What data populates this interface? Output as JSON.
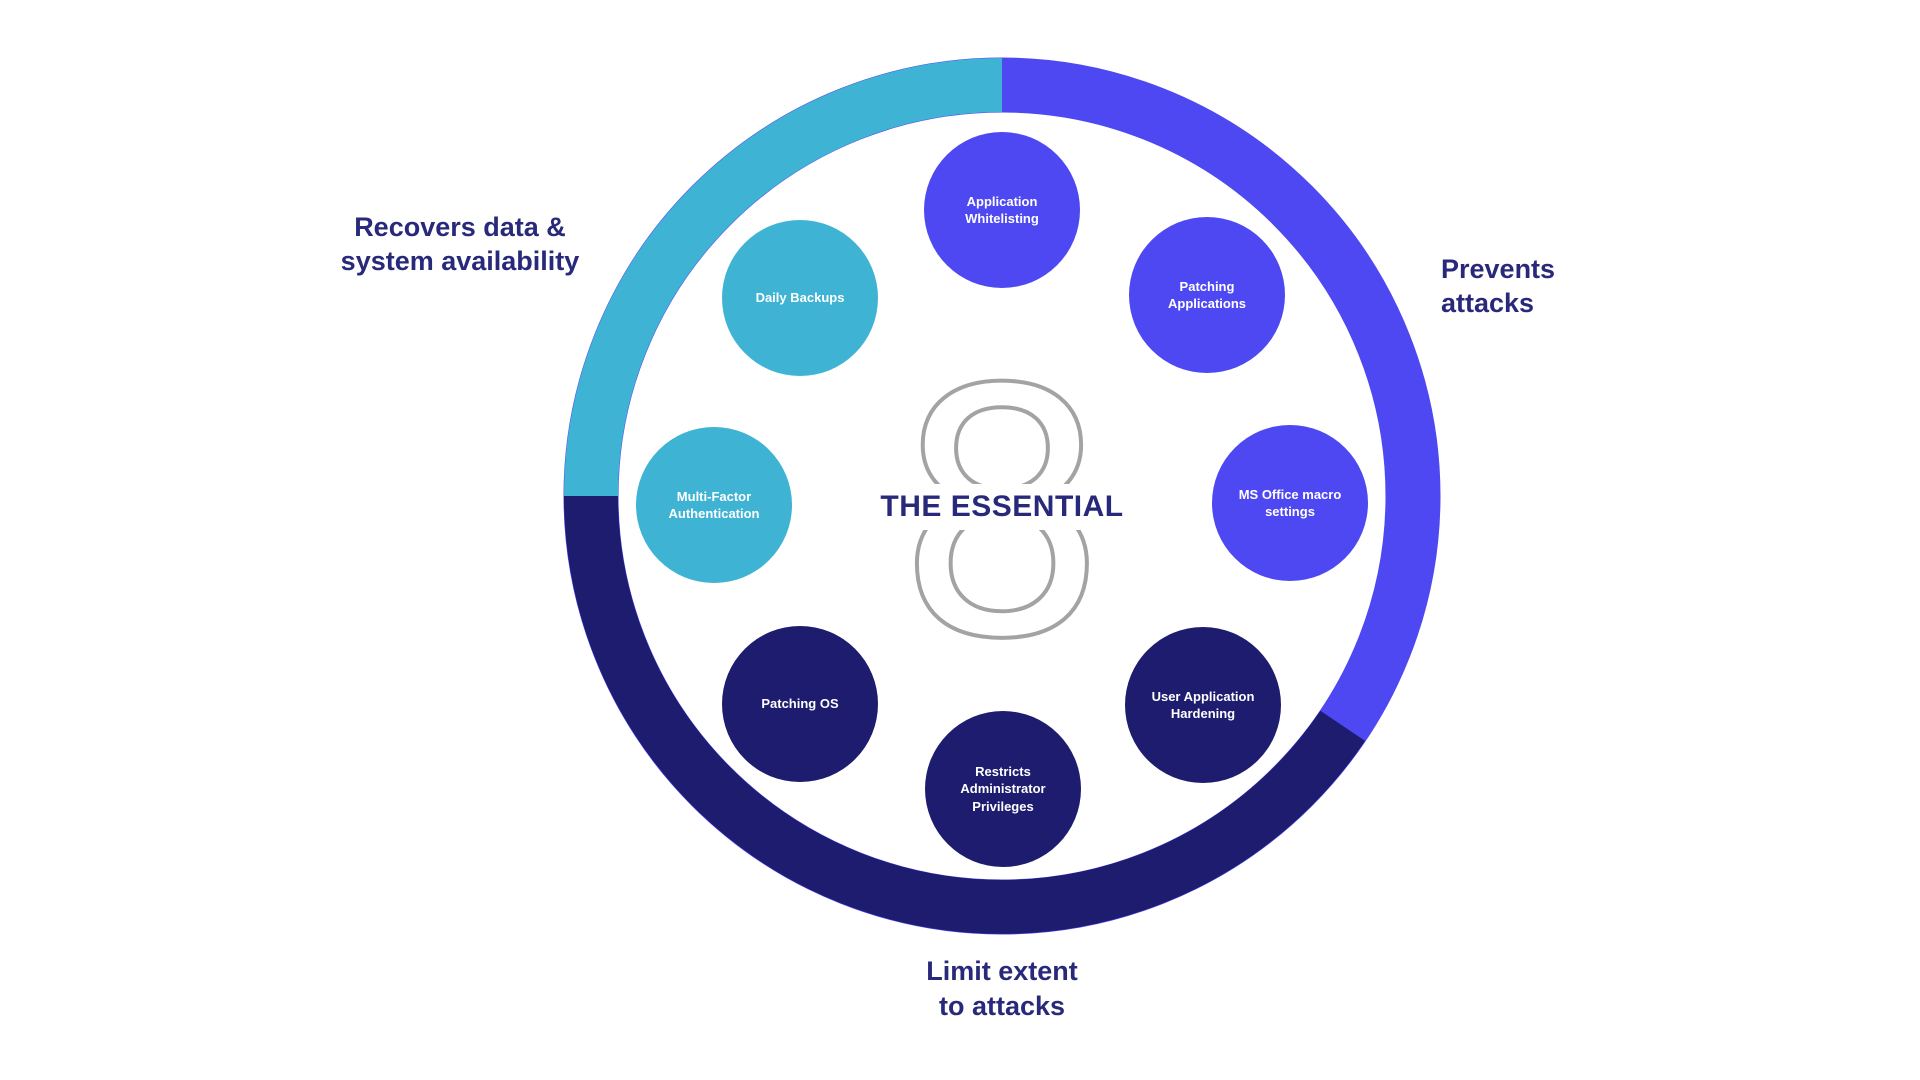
{
  "title": "The Essential 8",
  "colors": {
    "cyan": "#3FB3D4",
    "purple": "#4E48F2",
    "navy": "#1E1C6E",
    "label": "#29297B",
    "gray": "#A3A3A3"
  },
  "center": {
    "digit": "8",
    "label": "THE ESSENTIAL"
  },
  "outer_labels": {
    "recovers": {
      "line1": "Recovers data &",
      "line2": "system availability"
    },
    "prevents": {
      "line1": "Prevents",
      "line2": "attacks"
    },
    "limit": {
      "line1": "Limit extent",
      "line2": "to attacks"
    }
  },
  "arcs": [
    {
      "name": "prevents-attacks",
      "color": "purple",
      "start_deg": 0,
      "end_deg": 124
    },
    {
      "name": "limit-extent-to-attacks",
      "color": "navy",
      "start_deg": 124,
      "end_deg": 270
    },
    {
      "name": "recovers-data-system-availability",
      "color": "cyan",
      "start_deg": 270,
      "end_deg": 360
    }
  ],
  "items": [
    {
      "label": "Application Whitelisting",
      "color": "purple"
    },
    {
      "label": "Patching Applications",
      "color": "purple"
    },
    {
      "label": "MS Office macro settings",
      "color": "purple"
    },
    {
      "label": "User Application Hardening",
      "color": "navy"
    },
    {
      "label": "Restricts Administrator Privileges",
      "color": "navy"
    },
    {
      "label": "Patching OS",
      "color": "navy"
    },
    {
      "label": "Multi-Factor Authentication",
      "color": "cyan"
    },
    {
      "label": "Daily Backups",
      "color": "cyan"
    }
  ]
}
